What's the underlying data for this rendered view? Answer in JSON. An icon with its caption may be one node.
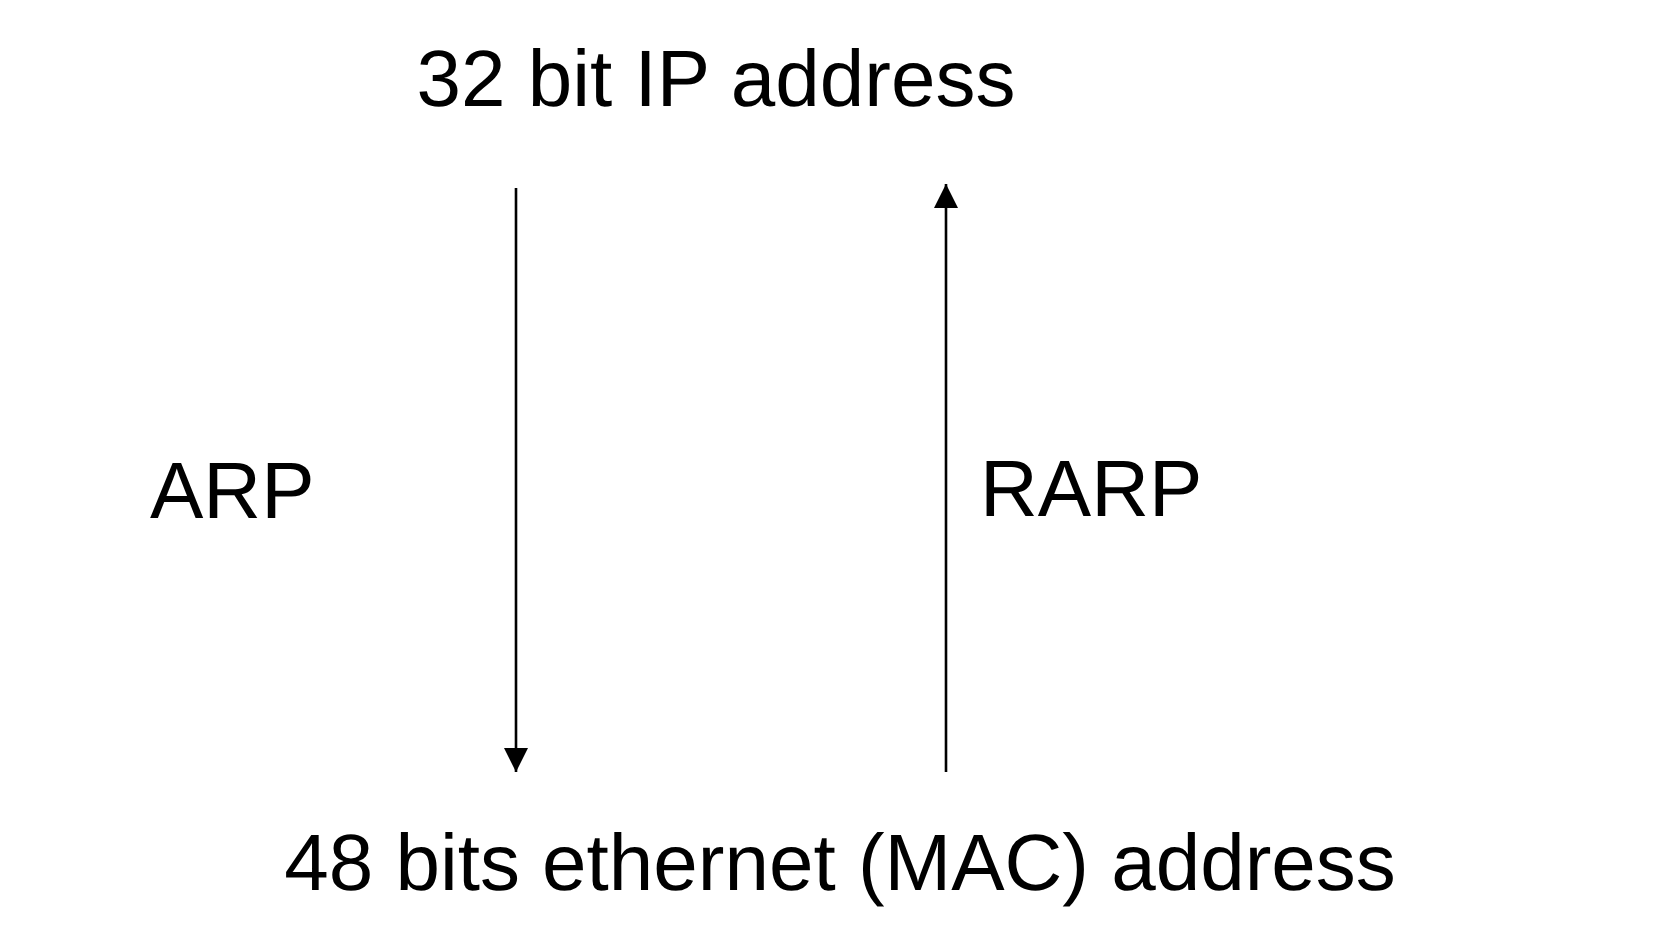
{
  "diagram": {
    "nodes": [
      {
        "text": [
          "32 bit IP address"
        ]
      },
      {
        "text": [
          "48 bits ethernet (MAC) address"
        ]
      }
    ],
    "edges": [
      {
        "from": 0,
        "to": 1,
        "arrow": "to",
        "label": "ARP"
      },
      {
        "from": 1,
        "to": 0,
        "arrow": "to",
        "label": "RARP"
      }
    ]
  }
}
